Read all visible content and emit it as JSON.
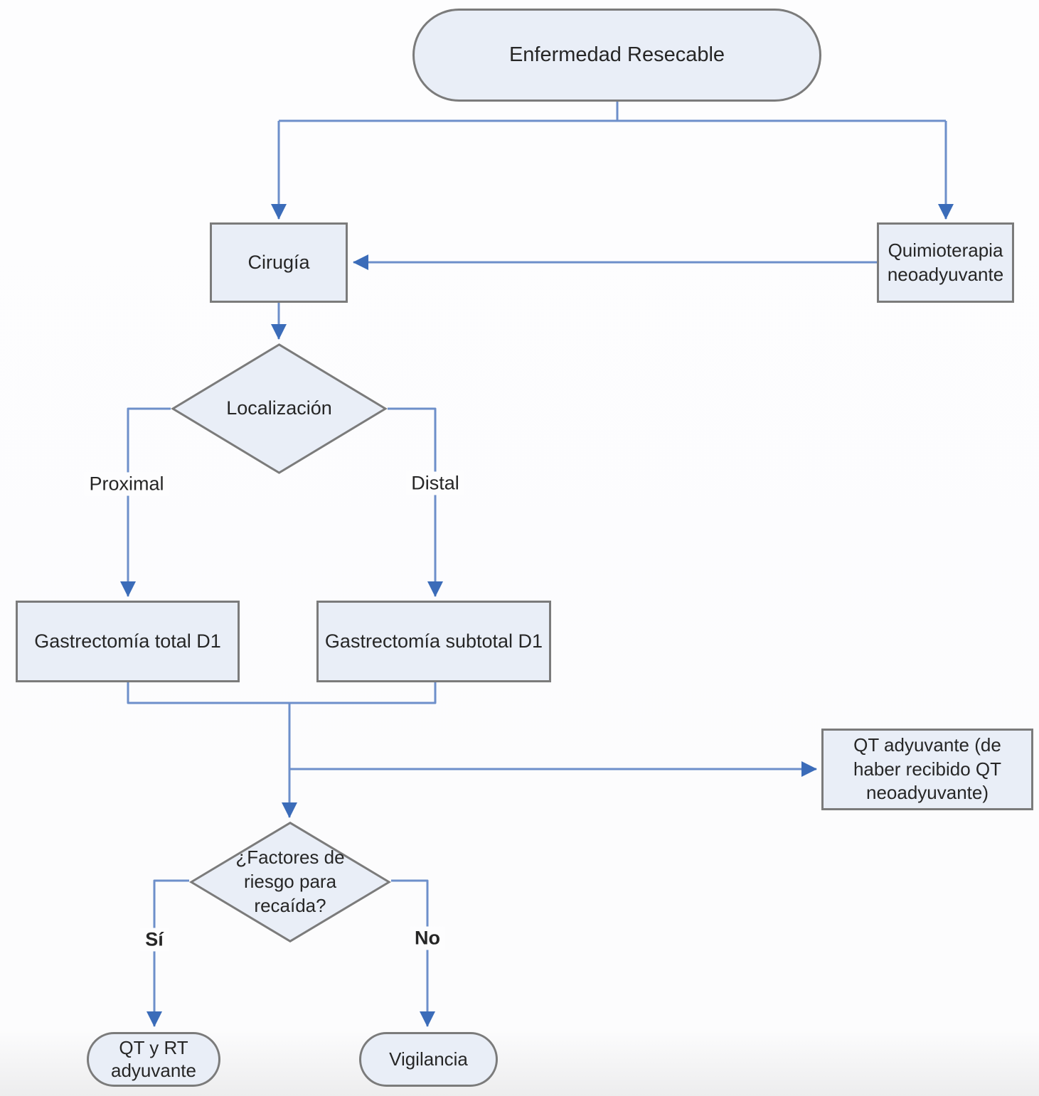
{
  "diagram": {
    "nodes": {
      "start": {
        "label": "Enfermedad Resecable",
        "shape": "terminator"
      },
      "cirugia": {
        "label": "Cirugía",
        "shape": "process"
      },
      "quimioterapia_neoadyuvante": {
        "label": "Quimioterapia neoadyuvante",
        "shape": "process"
      },
      "localizacion": {
        "label": "Localización",
        "shape": "decision"
      },
      "gastrectomia_total": {
        "label": "Gastrectomía total D1",
        "shape": "process"
      },
      "gastrectomia_subtotal": {
        "label": "Gastrectomía subtotal D1",
        "shape": "process"
      },
      "qt_adyuvante": {
        "label": "QT adyuvante (de haber recibido QT neoadyuvante)",
        "shape": "process"
      },
      "factores_riesgo": {
        "label": "¿Factores de riesgo para recaída?",
        "shape": "decision"
      },
      "qt_rt_adyuvante": {
        "label": "QT y RT adyuvante",
        "shape": "terminator"
      },
      "vigilancia": {
        "label": "Vigilancia",
        "shape": "terminator"
      }
    },
    "edge_labels": {
      "proximal": "Proximal",
      "distal": "Distal",
      "si": "Sí",
      "no": "No"
    },
    "colors": {
      "node_fill": "#e9eef7",
      "node_border": "#7b7b7b",
      "connector_line": "#6d8fca",
      "arrowhead": "#3b6cb9",
      "text": "#262626",
      "background": "#fdfdfe"
    }
  }
}
